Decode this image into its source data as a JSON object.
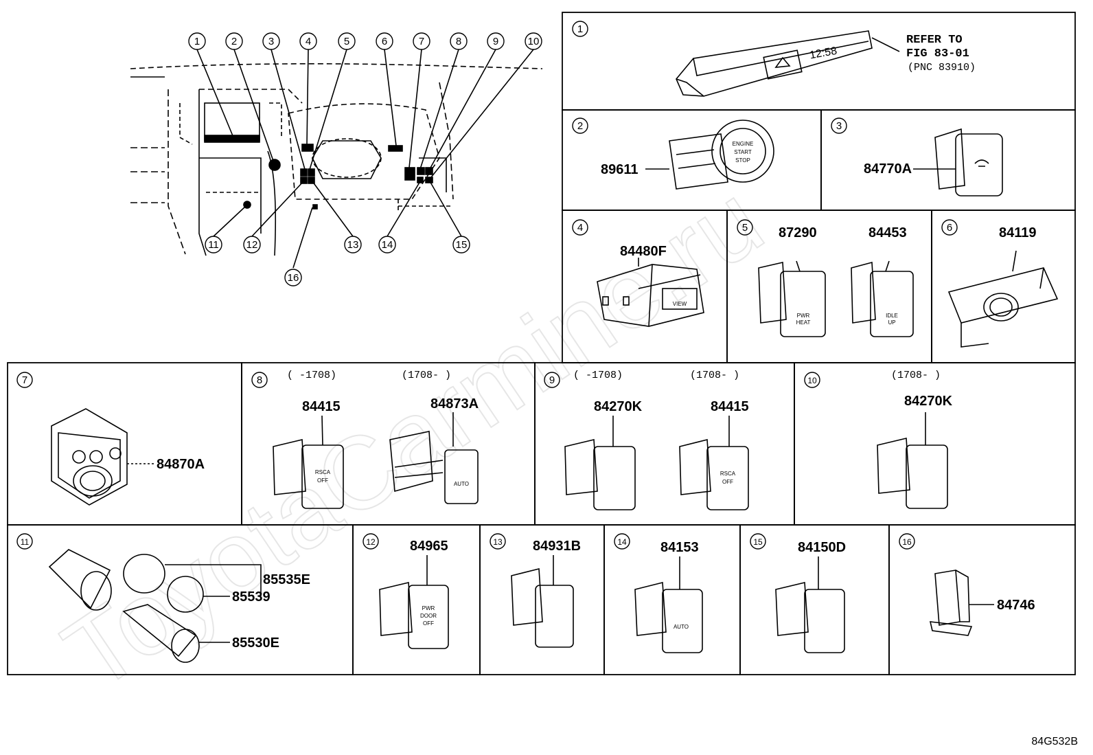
{
  "watermark": "ToyotaCarmine.ru",
  "diagram_code": "84G532B",
  "overview_callouts": [
    "1",
    "2",
    "3",
    "4",
    "5",
    "6",
    "7",
    "8",
    "9",
    "10",
    "11",
    "12",
    "13",
    "14",
    "15",
    "16"
  ],
  "panels": {
    "p1": {
      "num": "1",
      "refer_line1": "REFER TO",
      "refer_line2": "FIG 83-01",
      "refer_line3": "(PNC 83910)",
      "clock": "12:58"
    },
    "p2": {
      "num": "2",
      "part": "89611",
      "btn1": "ENGINE",
      "btn2": "START",
      "btn3": "STOP"
    },
    "p3": {
      "num": "3",
      "part": "84770A"
    },
    "p4": {
      "num": "4",
      "part": "84480F",
      "label": "VIEW"
    },
    "p5": {
      "num": "5",
      "part_a": "87290",
      "part_b": "84453",
      "label_a1": "PWR",
      "label_a2": "HEAT",
      "label_b1": "IDLE",
      "label_b2": "UP"
    },
    "p6": {
      "num": "6",
      "part": "84119"
    },
    "p7": {
      "num": "7",
      "part": "84870A"
    },
    "p8": {
      "num": "8",
      "range_a": "(     -1708)",
      "range_b": "(1708-     )",
      "part_a": "84415",
      "part_b": "84873A",
      "label_a1": "RSCA",
      "label_a2": "OFF",
      "label_b": "AUTO"
    },
    "p9": {
      "num": "9",
      "range_a": "(     -1708)",
      "range_b": "(1708-     )",
      "part_a": "84270K",
      "part_b": "84415",
      "label_b1": "RSCA",
      "label_b2": "OFF"
    },
    "p10": {
      "num": "10",
      "range": "(1708-     )",
      "part": "84270K"
    },
    "p11": {
      "num": "11",
      "part_a": "85535E",
      "part_b": "85539",
      "part_c": "85530E"
    },
    "p12": {
      "num": "12",
      "part": "84965",
      "label1": "PWR",
      "label2": "DOOR",
      "label3": "OFF"
    },
    "p13": {
      "num": "13",
      "part": "84931B"
    },
    "p14": {
      "num": "14",
      "part": "84153",
      "label": "AUTO"
    },
    "p15": {
      "num": "15",
      "part": "84150D"
    },
    "p16": {
      "num": "16",
      "part": "84746"
    }
  }
}
